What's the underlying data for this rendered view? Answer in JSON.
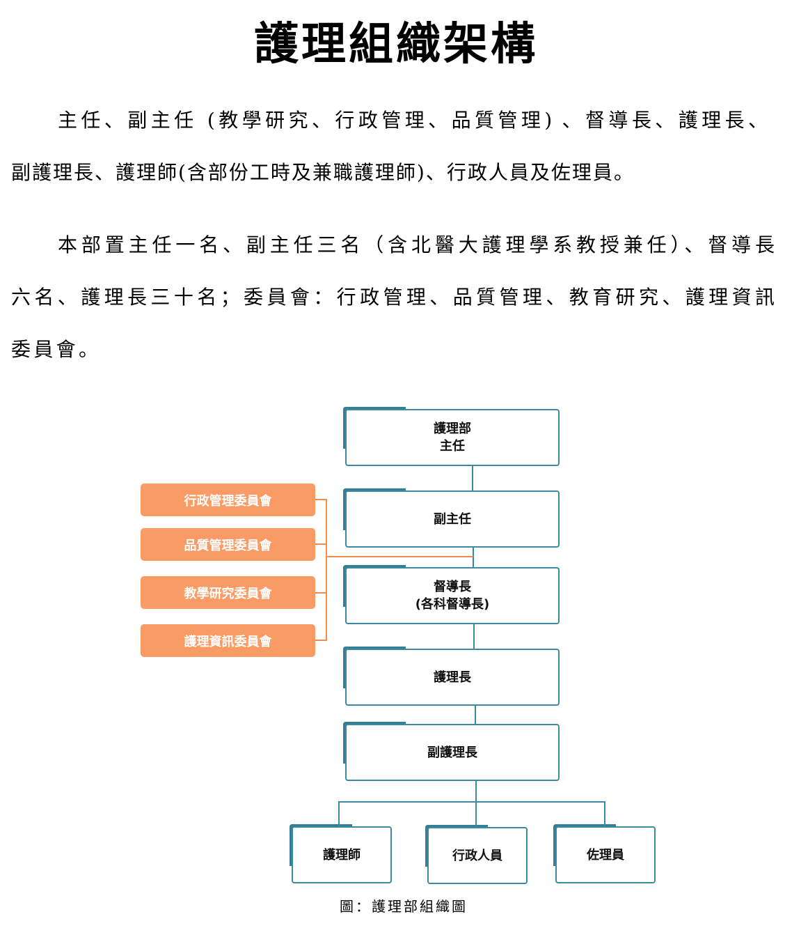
{
  "title": "護理組織架構",
  "paragraph1": {
    "line1": "主任、副主任 (教學研究、行政管理、品質管理) 、督導長、護理長、",
    "line2": "副護理長、護理師(含部份工時及兼職護理師)、行政人員及佐理員。"
  },
  "paragraph2": {
    "line1": "本部置主任一名、副主任三名（含北醫大護理學系教授兼任）、督導長",
    "line2": "六名、護理長三十名；委員會：行政管理、品質管理、教育研究、護理資訊",
    "line3": "委員會。"
  },
  "chart": {
    "director_line1": "護理部",
    "director_line2": "主任",
    "deputy": "副主任",
    "supervisor_line1": "督導長",
    "supervisor_line2": "(各科督導長)",
    "head_nurse": "護理長",
    "deputy_head_nurse": "副護理長",
    "staff": [
      "護理師",
      "行政人員",
      "佐理員"
    ],
    "committees": [
      "行政管理委員會",
      "品質管理委員會",
      "教學研究委員會",
      "護理資訊委員會"
    ]
  },
  "caption": "圖：護理部組織圖"
}
